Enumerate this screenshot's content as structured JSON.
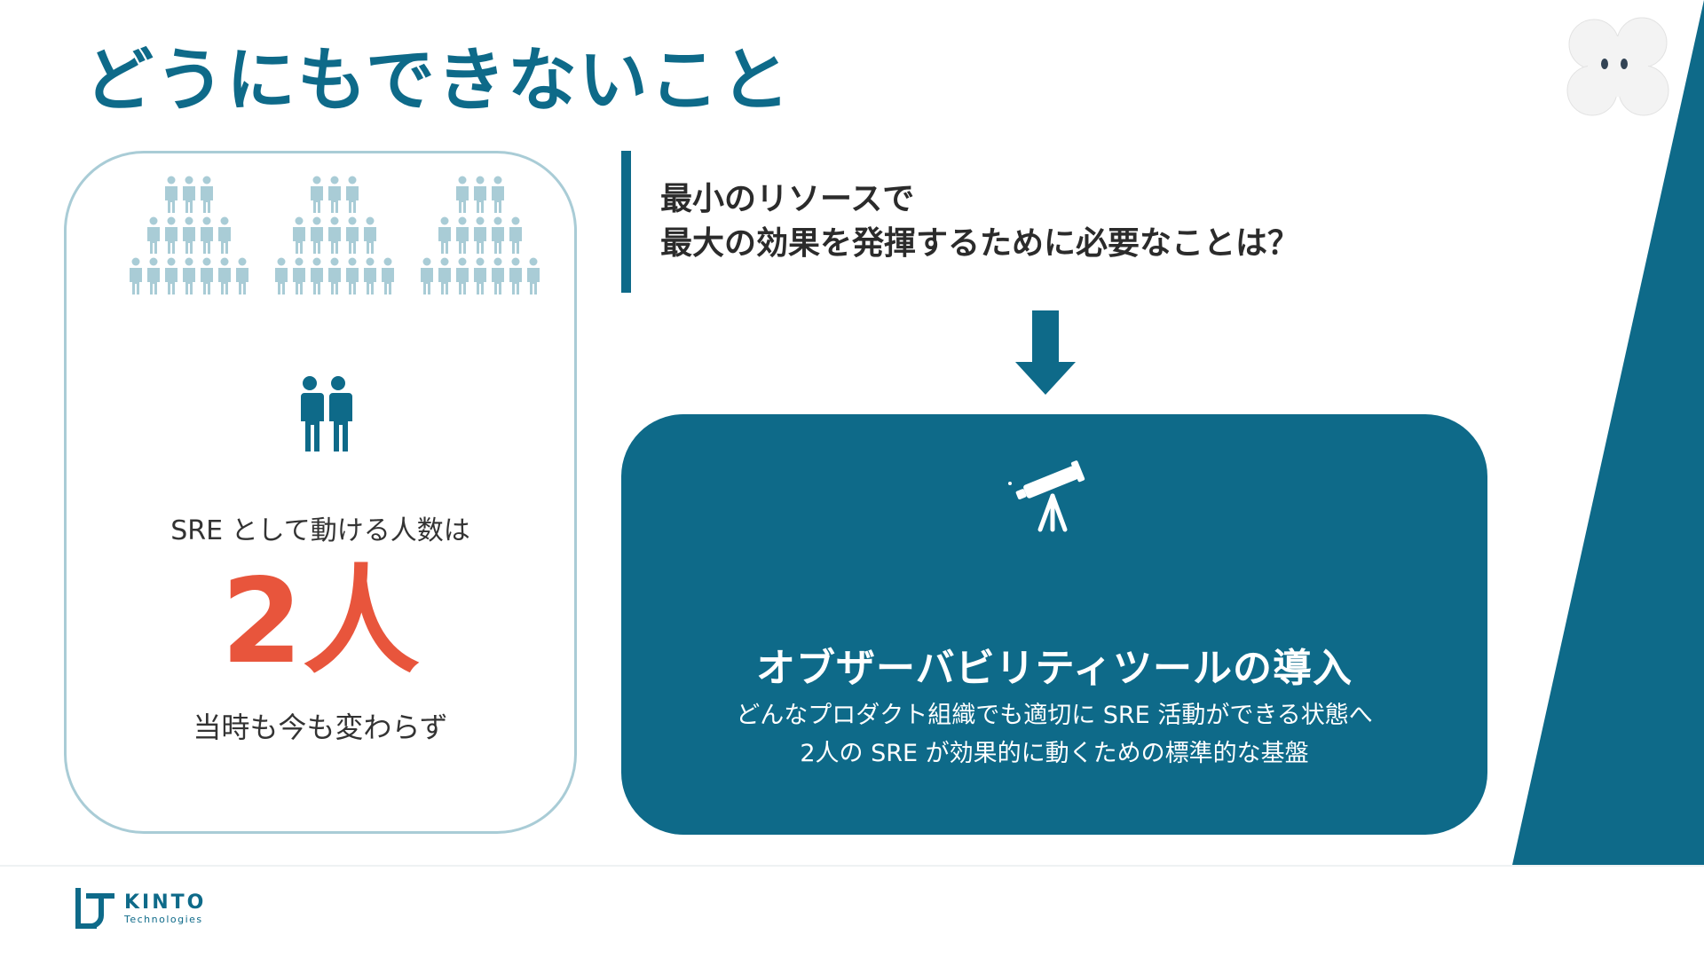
{
  "slide": {
    "title": "どうにもできないこと"
  },
  "left_card": {
    "label": "SRE として動ける人数は",
    "value": "2人",
    "note": "当時も今も変わらず"
  },
  "question": {
    "line1": "最小のリソースで",
    "line2": "最大の効果を発揮するために必要なことは？"
  },
  "answer": {
    "title": "オブザーバビリティツールの導入",
    "desc_line1": "どんなプロダクト組織でも適切に SRE 活動ができる状態へ",
    "desc_line2": "2人の SRE が効果的に動くための標準的な基盤"
  },
  "footer": {
    "brand": "KINTO",
    "brand_sub": "Technologies"
  },
  "icons": {
    "crowd": "people-crowd-icon",
    "pair": "two-people-icon",
    "arrow": "arrow-down-icon",
    "telescope": "telescope-icon",
    "mascot": "mascot-icon",
    "logo": "kinto-logo-icon"
  },
  "colors": {
    "primary": "#0e6a89",
    "accent": "#e8553c",
    "crowd": "#a9ccd6"
  }
}
